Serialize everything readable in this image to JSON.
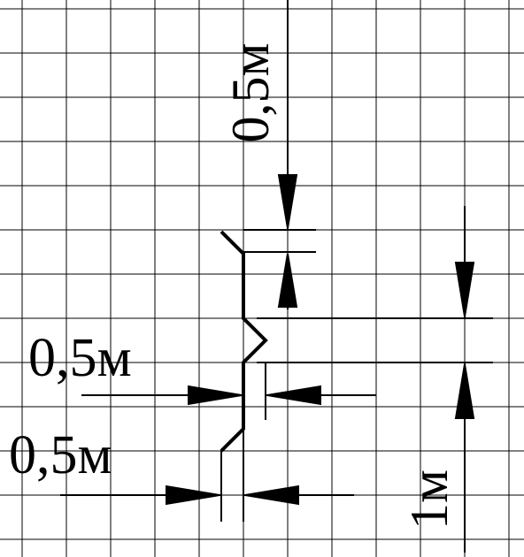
{
  "labels": {
    "top_vertical": "0,5м",
    "middle_left": "0,5м",
    "bottom_left": "0,5м",
    "right_vertical": "1м"
  },
  "colors": {
    "grid": "#000000",
    "ink": "#000000",
    "background": "#ffffff"
  }
}
